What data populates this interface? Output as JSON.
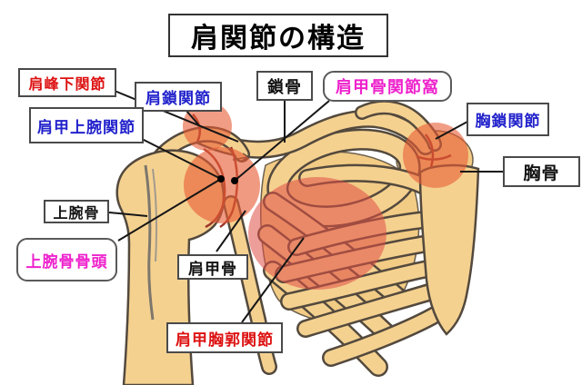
{
  "title": {
    "text": "肩関節の構造"
  },
  "colors": {
    "label_red": "#dd1111",
    "label_blue": "#2222cc",
    "label_magenta": "#ee22cc",
    "label_black": "#111111",
    "bone_fill": "#f5d190",
    "bone_outline": "#53493d",
    "joint_highlight": "#e85c35",
    "joint_highlight_pink": "#e04f45"
  },
  "labels": [
    {
      "id": "subacromial-joint",
      "text": "肩峰下関節",
      "color": "#dd1111"
    },
    {
      "id": "acromioclavicular-joint",
      "text": "肩鎖関節",
      "color": "#2222cc"
    },
    {
      "id": "clavicle",
      "text": "鎖骨",
      "color": "#111111"
    },
    {
      "id": "glenoid-fossa",
      "text": "肩甲骨関節窩",
      "color": "#ee22cc"
    },
    {
      "id": "sternoclavicular-joint",
      "text": "胸鎖関節",
      "color": "#2222cc"
    },
    {
      "id": "sternum",
      "text": "胸骨",
      "color": "#111111"
    },
    {
      "id": "glenohumeral-joint",
      "text": "肩甲上腕関節",
      "color": "#2222cc"
    },
    {
      "id": "humerus",
      "text": "上腕骨",
      "color": "#111111"
    },
    {
      "id": "humeral-head",
      "text": "上腕骨骨頭",
      "color": "#ee22cc"
    },
    {
      "id": "scapula",
      "text": "肩甲骨",
      "color": "#111111"
    },
    {
      "id": "scapulothoracic-joint",
      "text": "肩甲胸郭関節",
      "color": "#dd1111"
    }
  ]
}
